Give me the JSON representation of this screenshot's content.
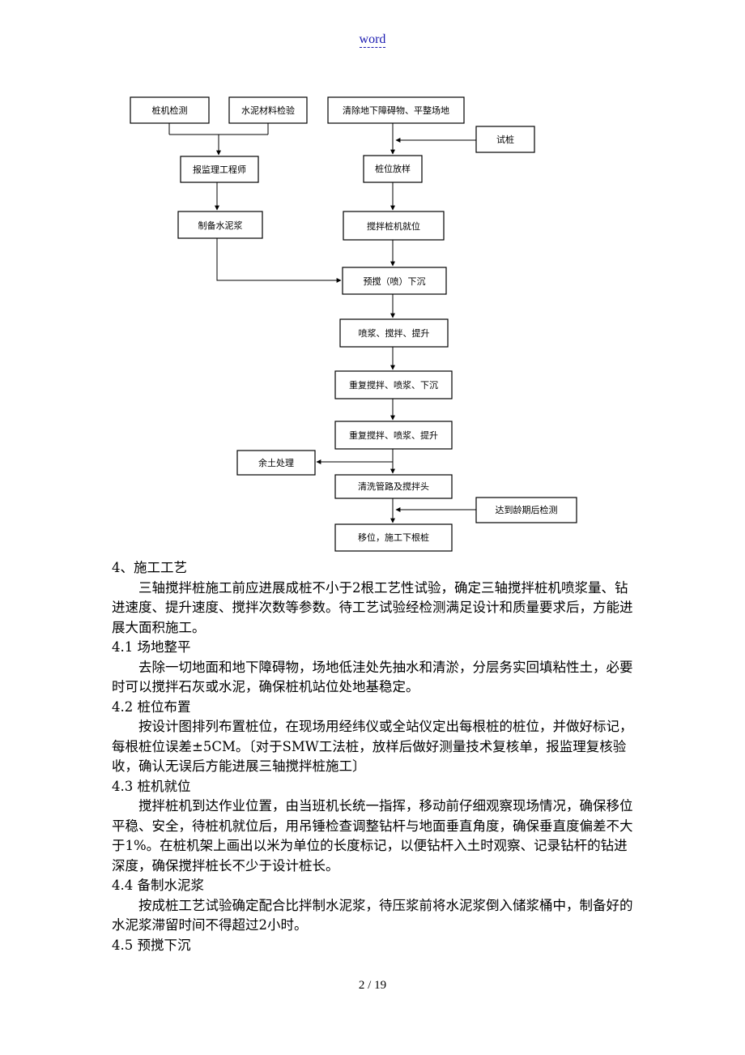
{
  "header": {
    "link_text": "word"
  },
  "flowchart": {
    "boxes": {
      "pile_machine_check": "桩机检测",
      "cement_check": "水泥材料检验",
      "clear_site": "清除地下障碍物、平整场地",
      "test_pile": "试桩",
      "report_supervisor": "报监理工程师",
      "pile_layout": "桩位放样",
      "prepare_cement": "制备水泥浆",
      "mixer_position": "搅拌桩机就位",
      "pre_mix_sink": "预搅（喷）下沉",
      "spray_lift": "喷浆、搅拌、提升",
      "repeat_sink": "重复搅拌、喷浆、下沉",
      "repeat_lift": "重复搅拌、喷浆、提升",
      "spoil": "余土处理",
      "clean_pipes": "清洗管路及搅拌头",
      "age_test": "达到龄期后检测",
      "move_next": "移位，施工下根桩"
    }
  },
  "content": {
    "s4_title": "4、施工工艺",
    "s4_body": "三轴搅拌桩施工前应进展成桩不小于2根工艺性试验，确定三轴搅拌桩机喷浆量、钻进速度、提升速度、搅拌次数等参数。待工艺试验经检测满足设计和质量要求后，方能进展大面积施工。",
    "s41_title": "4.1  场地整平",
    "s41_body": "去除一切地面和地下障碍物，场地低洼处先抽水和清淤，分层务实回填粘性土，必要时可以搅拌石灰或水泥，确保桩机站位处地基稳定。",
    "s42_title": "4.2  桩位布置",
    "s42_body": "按设计图排列布置桩位，在现场用经纬仪或全站仪定出每根桩的桩位，并做好标记，每根桩位误差±5CM。〔对于SMW工法桩，放样后做好测量技术复核单，报监理复核验收，确认无误后方能进展三轴搅拌桩施工〕",
    "s43_title": "4.3  桩机就位",
    "s43_body": "搅拌桩机到达作业位置，由当班机长统一指挥，移动前仔细观察现场情况，确保移位平稳、安全，待桩机就位后，用吊锤检查调整钻杆与地面垂直角度，确保垂直度偏差不大于1%。在桩机架上画出以米为单位的长度标记，以便钻杆入土时观察、记录钻杆的钻进深度，确保搅拌桩长不少于设计桩长。",
    "s44_title": "4.4  备制水泥浆",
    "s44_body": "按成桩工艺试验确定配合比拌制水泥浆，待压浆前将水泥浆倒入储浆桶中，制备好的水泥浆滞留时间不得超过2小时。",
    "s45_title": "4.5  预搅下沉"
  },
  "footer": {
    "page_number": "2 / 19"
  }
}
